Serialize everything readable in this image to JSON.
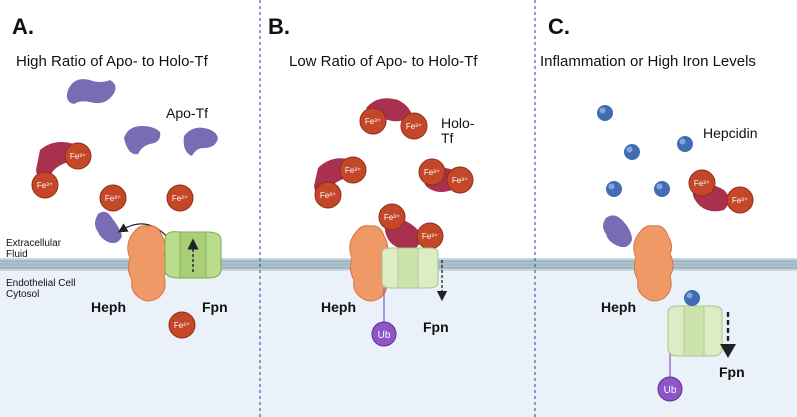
{
  "panels": [
    {
      "letter": "A.",
      "title": "High Ratio of Apo- to Holo-Tf"
    },
    {
      "letter": "B.",
      "title": "Low Ratio of Apo- to Holo-Tf"
    },
    {
      "letter": "C.",
      "title": "Inflammation or High Iron Levels"
    }
  ],
  "regions": {
    "extracellular": "Extracellular Fluid",
    "cytosol": "Endothelial Cell Cytosol"
  },
  "labels": {
    "apo_tf": "Apo-Tf",
    "holo_tf": "Holo- Tf",
    "hepcidin": "Hepcidin",
    "heph": "Heph",
    "fpn": "Fpn",
    "ub": "Ub"
  },
  "ions": {
    "fe3": "Fe³⁺",
    "fe2": "Fe²⁺"
  },
  "colors": {
    "apo_tf": "#7a6bb5",
    "holo_tf": "#a9304f",
    "iron": "#c4472a",
    "heph": "#ef9966",
    "fpn": "#b9dd8a",
    "fpn_faded": "#dcecc4",
    "hepcidin": "#3f6db0",
    "ubiquitin": "#8e55c8",
    "membrane": "#9fb8c4",
    "cytosol": "#eaf1f9"
  }
}
